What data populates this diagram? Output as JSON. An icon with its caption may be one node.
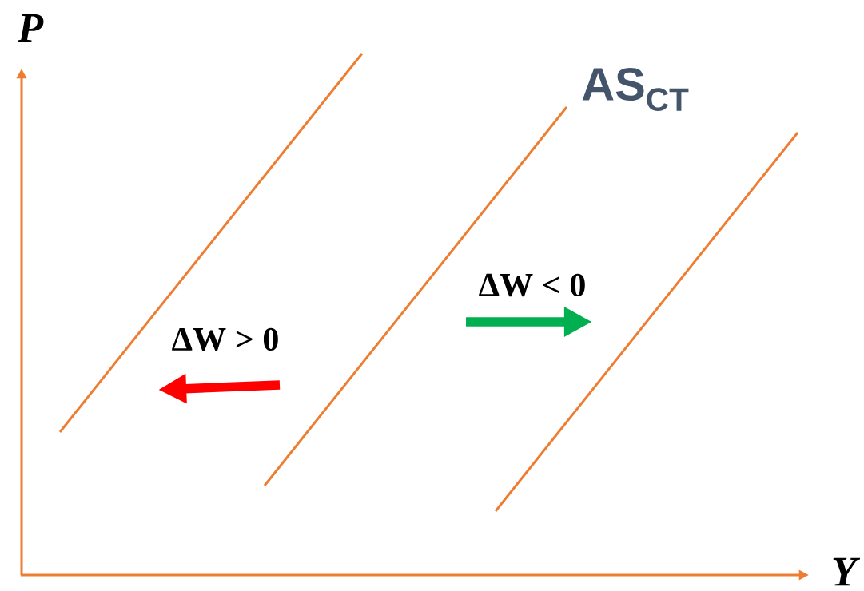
{
  "diagram": {
    "labels": [
      "P",
      "AS$_{CT}$",
      "ΔW < 0",
      "ΔW > 0",
      "Y"
    ]
  }
}
